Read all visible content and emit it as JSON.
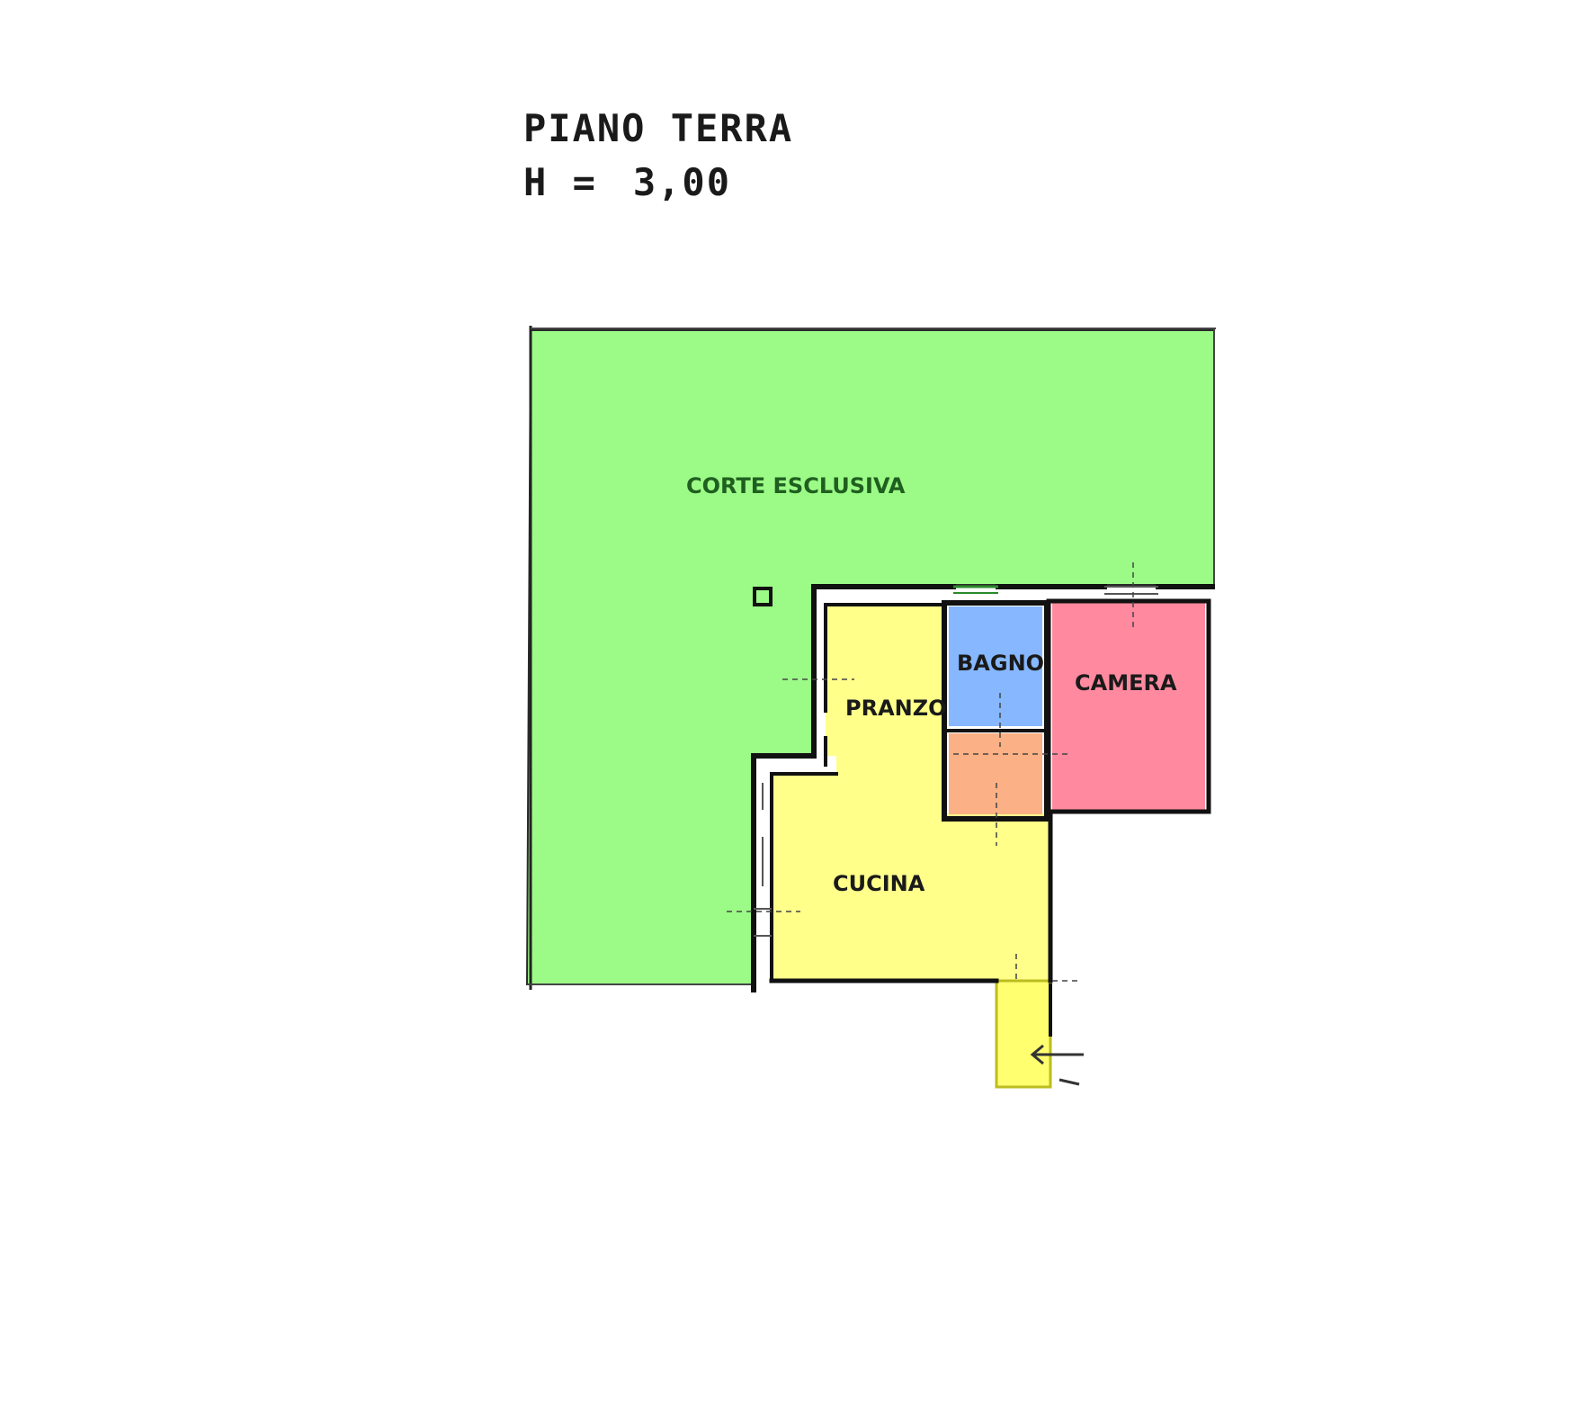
{
  "header": {
    "title": "PIANO TERRA",
    "height_label": "H =",
    "height_value": "3,00"
  },
  "rooms": {
    "corte": {
      "label": "CORTE ESCLUSIVA",
      "color": "#9cfb87"
    },
    "bagno": {
      "label": "BAGNO",
      "color": "#86b7ff"
    },
    "camera": {
      "label": "CAMERA",
      "color": "#ff8aa0"
    },
    "pranzo": {
      "label": "PRANZO",
      "color": "#ffff8a"
    },
    "cucina": {
      "label": "CUCINA",
      "color": "#ffff8a"
    },
    "disimpegno": {
      "label": "",
      "color": "#fcb085"
    },
    "ingresso": {
      "label": "",
      "color": "#ffff70"
    }
  }
}
